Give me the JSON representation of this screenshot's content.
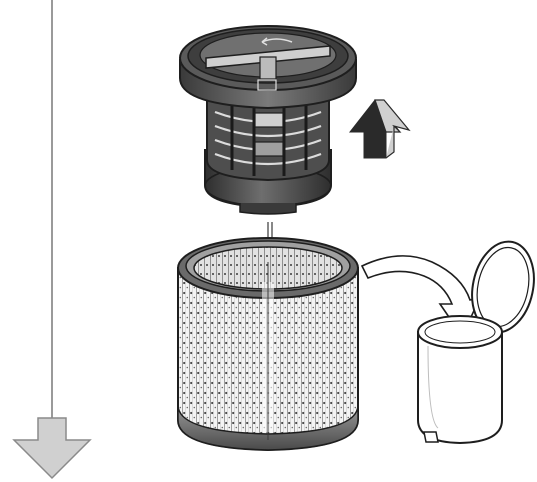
{
  "figure": {
    "kind": "assembly illustration",
    "parts": [
      {
        "id": "filter-holder",
        "icon": "filter-holder-icon"
      },
      {
        "id": "lift-arrow",
        "icon": "arrow-up-icon"
      },
      {
        "id": "cartridge-filter",
        "icon": "cartridge-filter-icon"
      },
      {
        "id": "disposal-bin",
        "icon": "trash-bin-icon"
      },
      {
        "id": "bin-lid",
        "icon": "lid-icon"
      },
      {
        "id": "disposal-arrow",
        "icon": "curved-arrow-icon"
      },
      {
        "id": "page-arrow",
        "icon": "arrow-down-icon"
      }
    ],
    "colors": {
      "line": "#222222",
      "dark": "#3c3c3c",
      "mid": "#6a6a6a",
      "light": "#d8d8d8",
      "arrow_fill": "#d0d0d0",
      "arrow_dark": "#2a2a2a"
    }
  }
}
